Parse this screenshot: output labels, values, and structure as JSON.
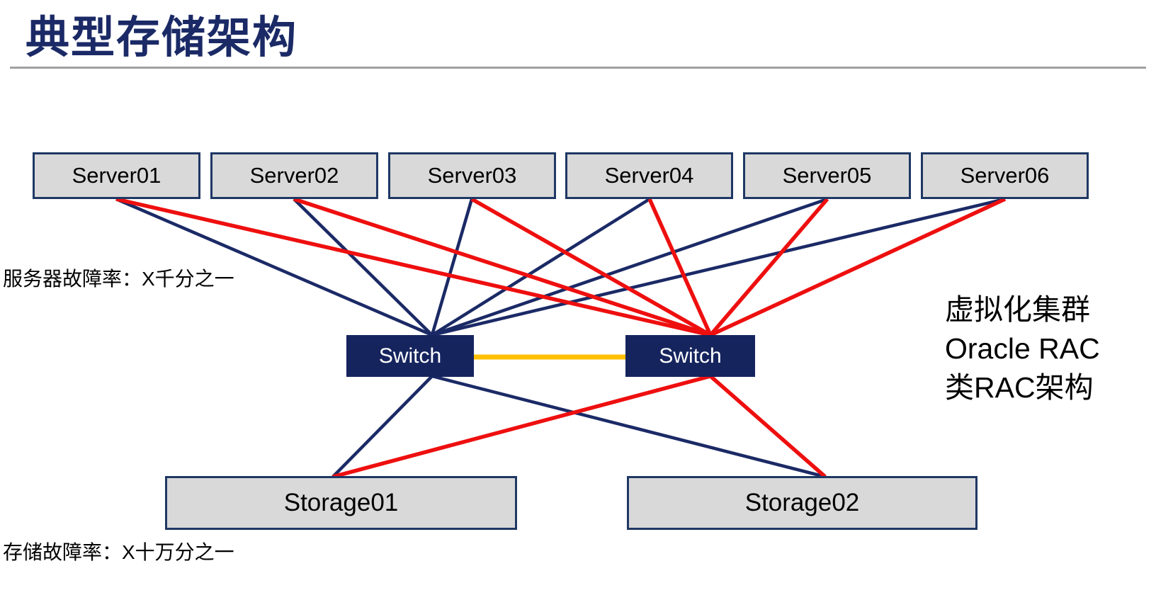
{
  "title": "典型存储架构",
  "annotations": {
    "server_failure_rate": "服务器故障率：X千分之一",
    "storage_failure_rate": "存储故障率：X十万分之一",
    "cluster_note_lines": [
      "虚拟化集群",
      "Oracle RAC",
      "类RAC架构"
    ]
  },
  "nodes": {
    "servers": [
      {
        "label": "Server01"
      },
      {
        "label": "Server02"
      },
      {
        "label": "Server03"
      },
      {
        "label": "Server04"
      },
      {
        "label": "Server05"
      },
      {
        "label": "Server06"
      }
    ],
    "switches": [
      {
        "label": "Switch"
      },
      {
        "label": "Switch"
      }
    ],
    "storages": [
      {
        "label": "Storage01"
      },
      {
        "label": "Storage02"
      }
    ]
  },
  "colors": {
    "title_navy": "#1B2A66",
    "navy_link": "#1B2A66",
    "red_link": "#EE0F0F",
    "yellow_link": "#FFC000",
    "node_fill_gray": "#D9D9D9",
    "node_border_navy": "#1F3864",
    "switch_fill_navy": "#16245E",
    "divider_gray": "#A0A0A0"
  }
}
